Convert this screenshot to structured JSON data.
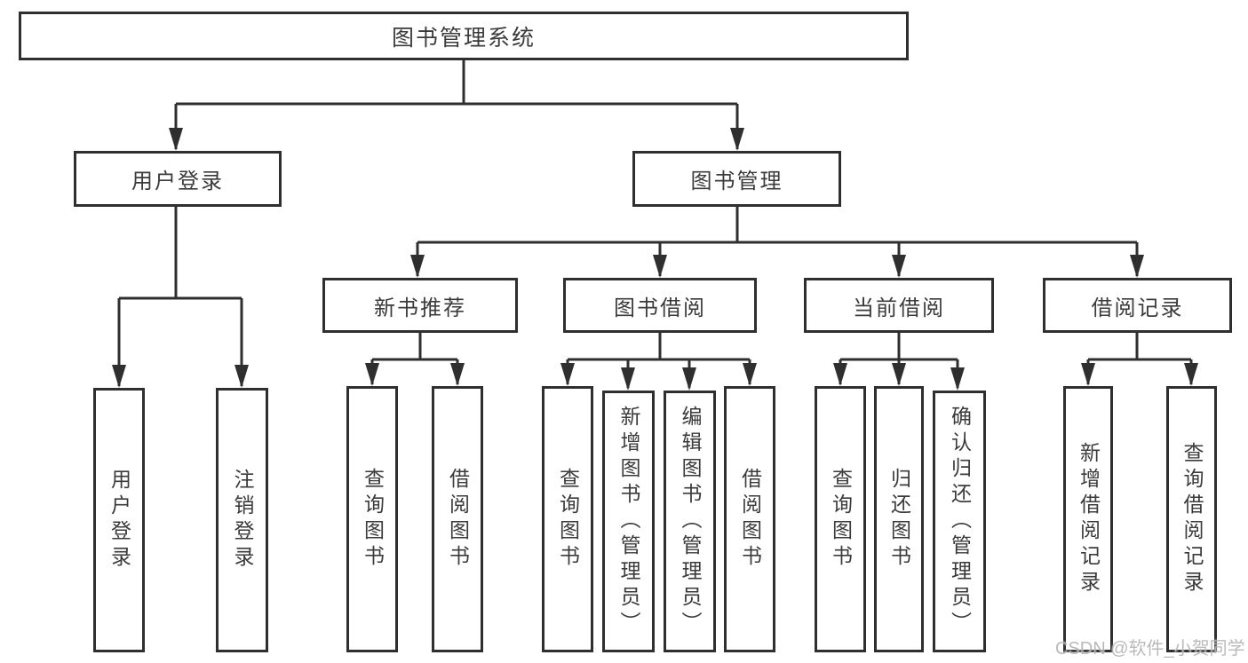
{
  "diagram": {
    "type": "hierarchy",
    "tree": {
      "label": "图书管理系统",
      "children": [
        {
          "label": "用户登录",
          "children": [
            {
              "label": "用户登录"
            },
            {
              "label": "注销登录"
            }
          ]
        },
        {
          "label": "图书管理",
          "children": [
            {
              "label": "新书推荐",
              "children": [
                {
                  "label": "查询图书"
                },
                {
                  "label": "借阅图书"
                }
              ]
            },
            {
              "label": "图书借阅",
              "children": [
                {
                  "label": "查询图书"
                },
                {
                  "label": "新增图书（管理员）"
                },
                {
                  "label": "编辑图书（管理员）"
                },
                {
                  "label": "借阅图书"
                }
              ]
            },
            {
              "label": "当前借阅",
              "children": [
                {
                  "label": "查询图书"
                },
                {
                  "label": "归还图书"
                },
                {
                  "label": "确认归还（管理员）"
                }
              ]
            },
            {
              "label": "借阅记录",
              "children": [
                {
                  "label": "新增借阅记录"
                },
                {
                  "label": "查询借阅记录"
                }
              ]
            }
          ]
        }
      ]
    }
  },
  "watermark": "CSDN @软件_小贺同学",
  "colors": {
    "line": "#2f2f2f",
    "text": "#3b3b3b",
    "box_background": "#ffffff",
    "page_background": "#ffffff",
    "watermark": "#b3b3b3"
  }
}
